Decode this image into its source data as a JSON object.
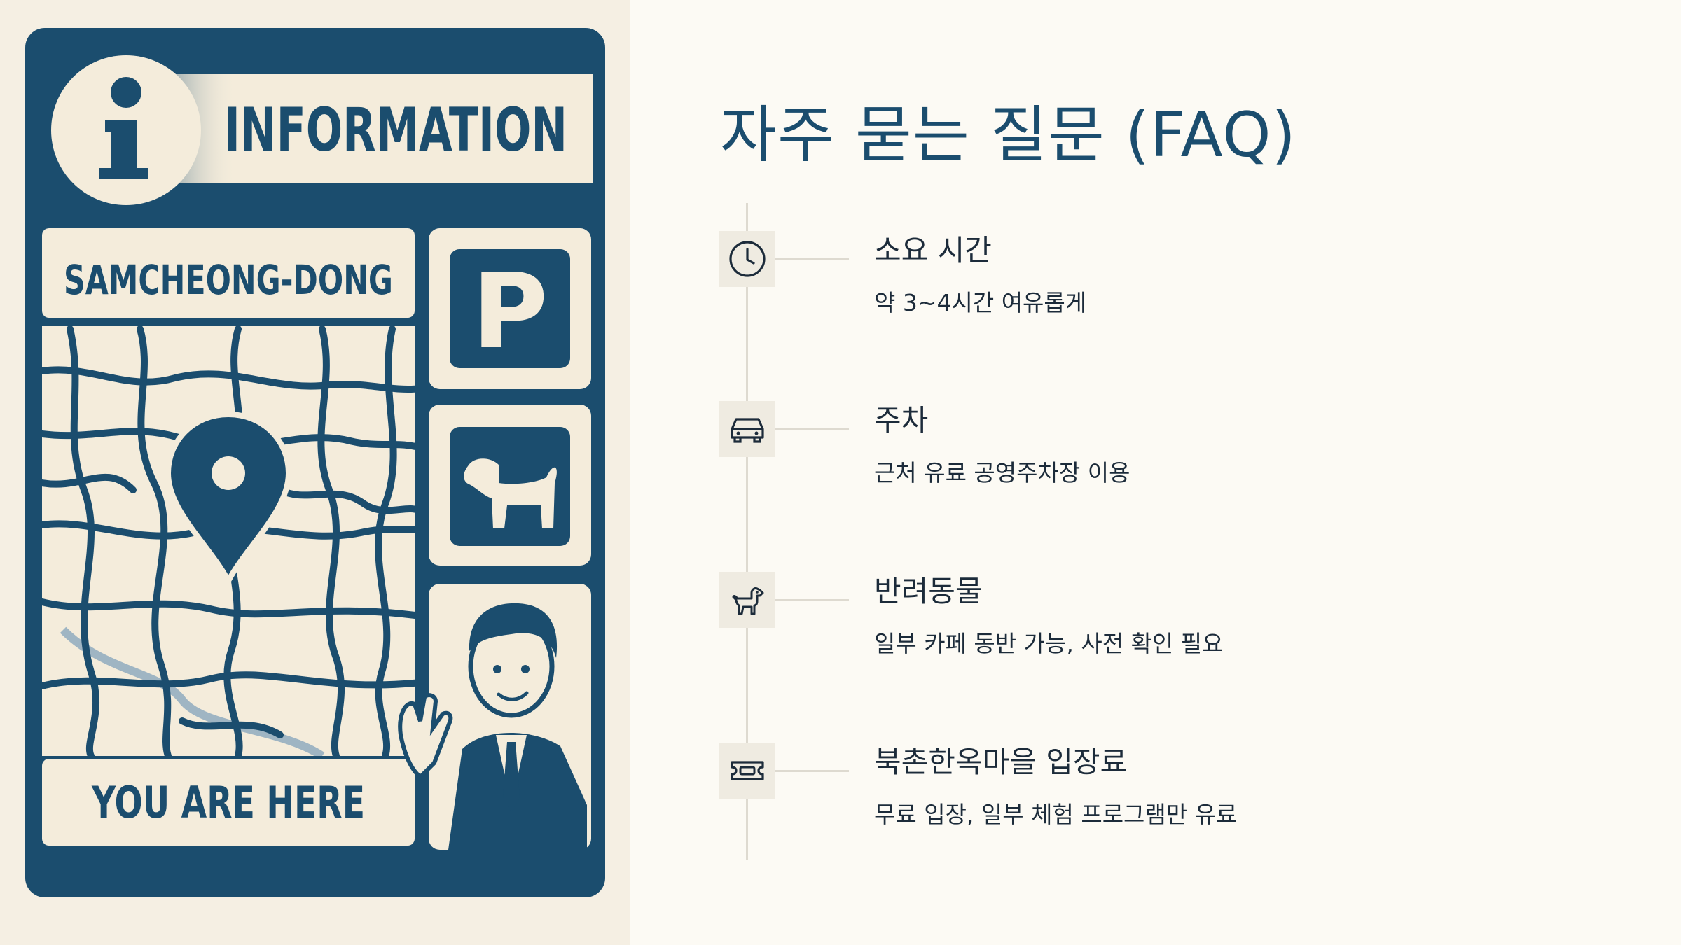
{
  "sign": {
    "header_label": "INFORMATION",
    "location_label": "SAMCHEONG-DONG",
    "parking_symbol": "P",
    "here_label": "YOU ARE HERE",
    "icons": [
      "info-icon",
      "map-pin-icon",
      "parking-icon",
      "dog-icon",
      "guide-person-illustration"
    ]
  },
  "faq": {
    "title": "자주 묻는 질문 (FAQ)",
    "items": [
      {
        "icon": "clock-icon",
        "question": "소요 시간",
        "answer": "약 3~4시간 여유롭게"
      },
      {
        "icon": "car-icon",
        "question": "주차",
        "answer": "근처 유료 공영주차장 이용"
      },
      {
        "icon": "dog-icon",
        "question": "반려동물",
        "answer": "일부 카페 동반 가능, 사전 확인 필요"
      },
      {
        "icon": "ticket-icon",
        "question": "북촌한옥마을 입장료",
        "answer": "무료 입장, 일부 체험 프로그램만 유료"
      }
    ]
  },
  "colors": {
    "accent": "#1b4d6e",
    "background": "#fcfaf4",
    "panel": "#f5efe3",
    "icon_box": "#efebe1",
    "line": "#dedad0"
  }
}
